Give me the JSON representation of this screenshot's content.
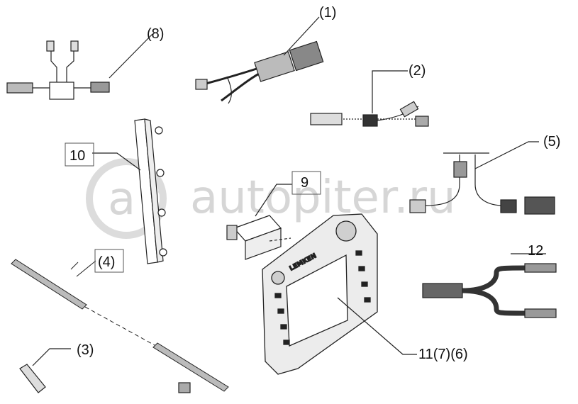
{
  "watermark": {
    "logo_glyph": "a",
    "text": "autopiter.ru"
  },
  "device": {
    "brand": "LEMKEN"
  },
  "callouts": [
    {
      "id": "1",
      "text": "(1)"
    },
    {
      "id": "2",
      "text": "(2)"
    },
    {
      "id": "3",
      "text": "(3)"
    },
    {
      "id": "4",
      "text": "(4)"
    },
    {
      "id": "5",
      "text": "(5)"
    },
    {
      "id": "8",
      "text": "(8)"
    },
    {
      "id": "9",
      "text": "9"
    },
    {
      "id": "10",
      "text": "10"
    },
    {
      "id": "11",
      "text": "11(7)(6)"
    },
    {
      "id": "12",
      "text": "12"
    }
  ]
}
